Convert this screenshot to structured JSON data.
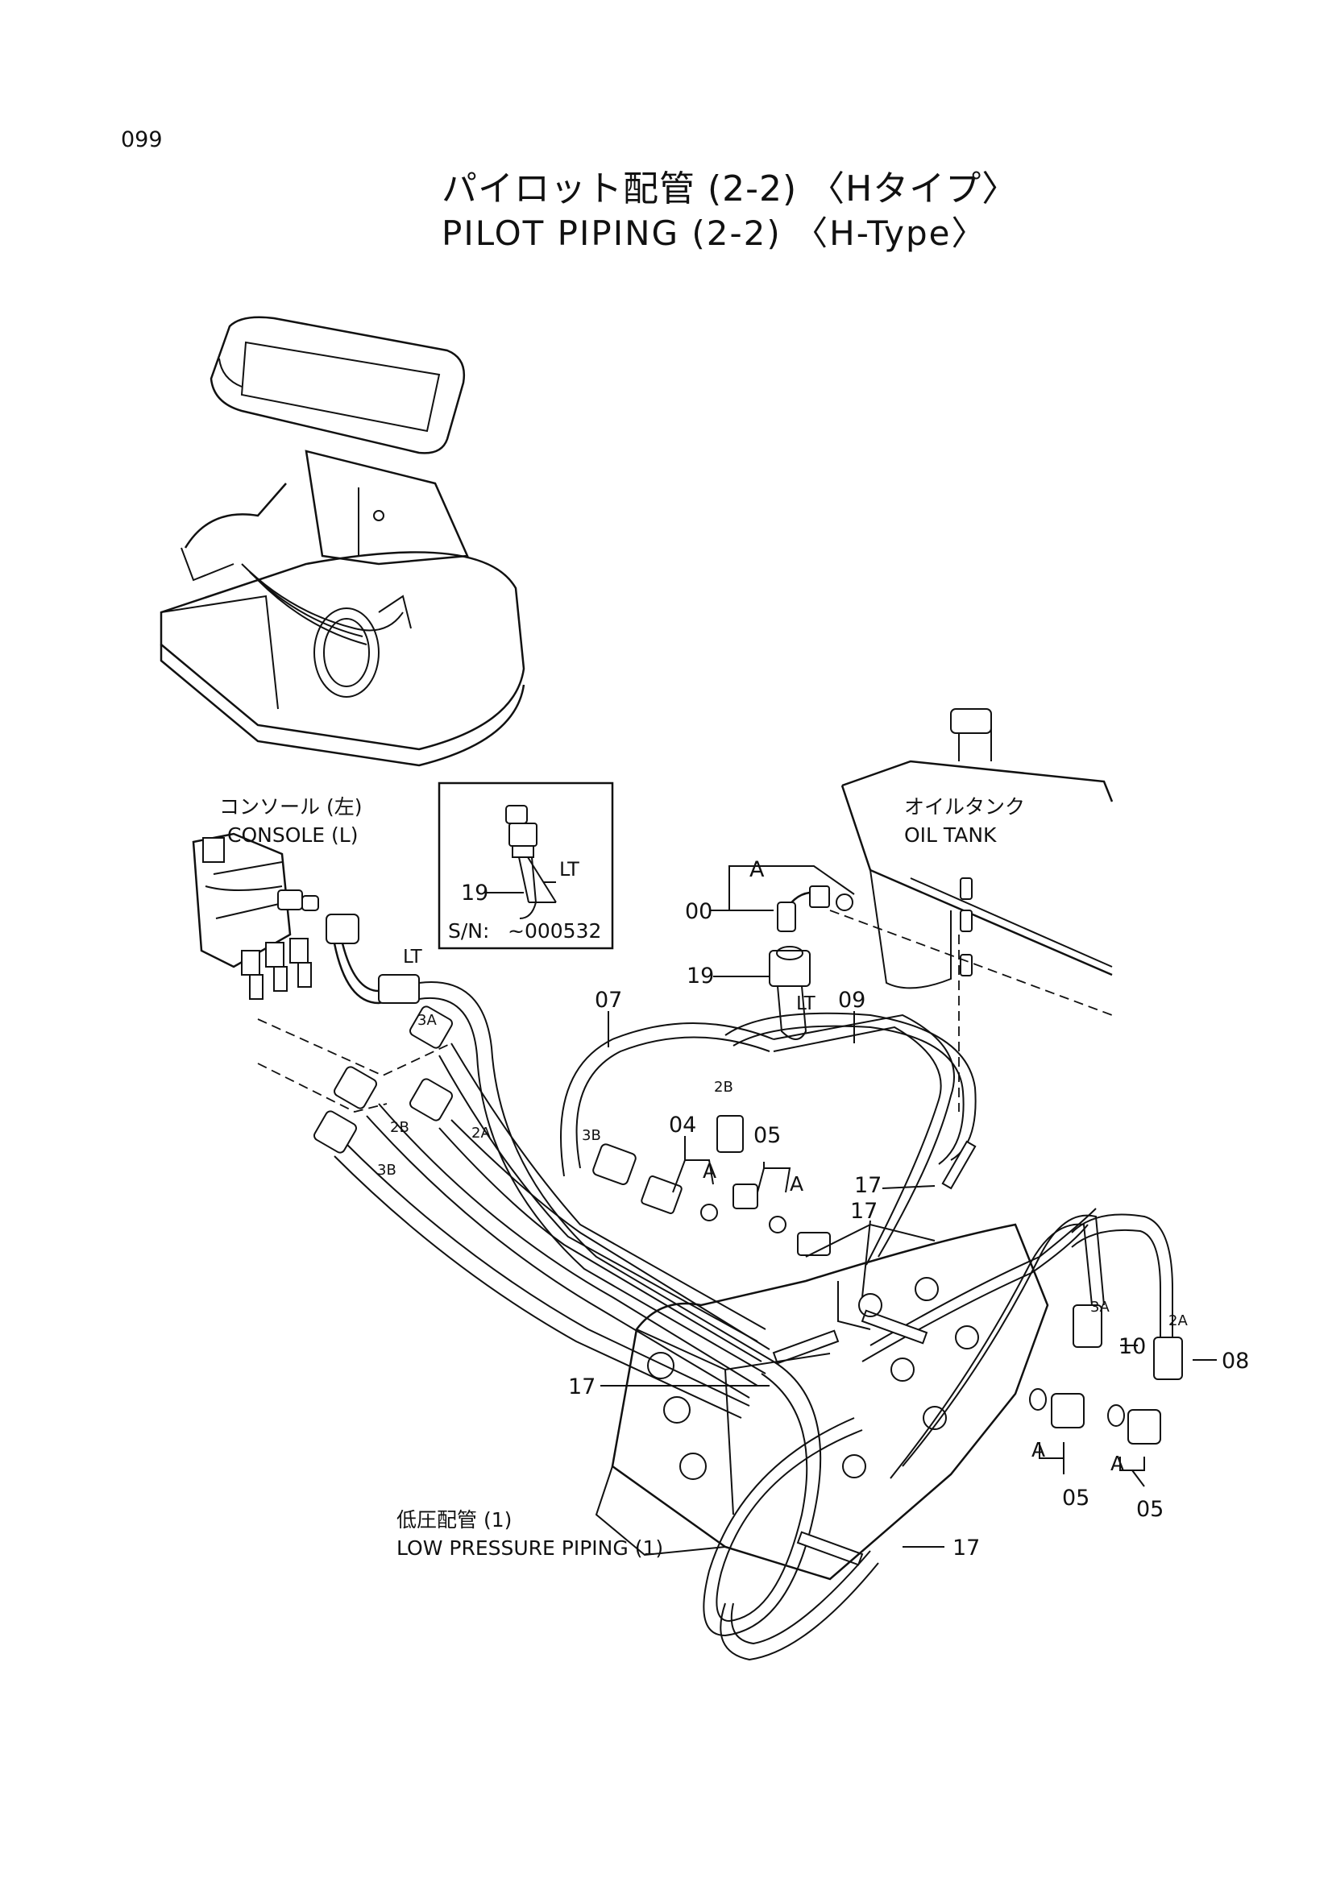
{
  "page_number": "099",
  "title": {
    "jp": "パイロット配管 (2-2) 〈Hタイプ〉",
    "en": "PILOT PIPING (2-2) 〈H-Type〉"
  },
  "labels": {
    "console_jp": "コンソール (左)",
    "console_en": "CONSOLE (L)",
    "oil_tank_jp": "オイルタンク",
    "oil_tank_en": "OIL TANK",
    "low_pressure_jp": "低圧配管 (1)",
    "low_pressure_en": "LOW PRESSURE PIPING (1)",
    "sn_prefix": "S/N:",
    "sn_value": "~000532"
  },
  "inset": {
    "part": "19",
    "mark": "LT"
  },
  "parts": {
    "p00": "00",
    "p19": "19",
    "p07": "07",
    "p09": "09",
    "p04": "04",
    "p05a": "05",
    "p05b": "05",
    "p05c": "05",
    "p17a": "17",
    "p17b": "17",
    "p17c": "17",
    "p17d": "17",
    "p10": "10",
    "p08": "08"
  },
  "marks": {
    "lt_a": "LT",
    "lt_b": "LT",
    "h3a_a": "3A",
    "h2b_a": "2B",
    "h2a_a": "2A",
    "h3b_a": "3B",
    "h3b_b": "3B",
    "h2b_b": "2B",
    "h3a_b": "3A",
    "h2a_b": "2A",
    "a_top": "A",
    "a_04": "A",
    "a_05": "A",
    "a_05b": "A",
    "a_05c": "A"
  }
}
